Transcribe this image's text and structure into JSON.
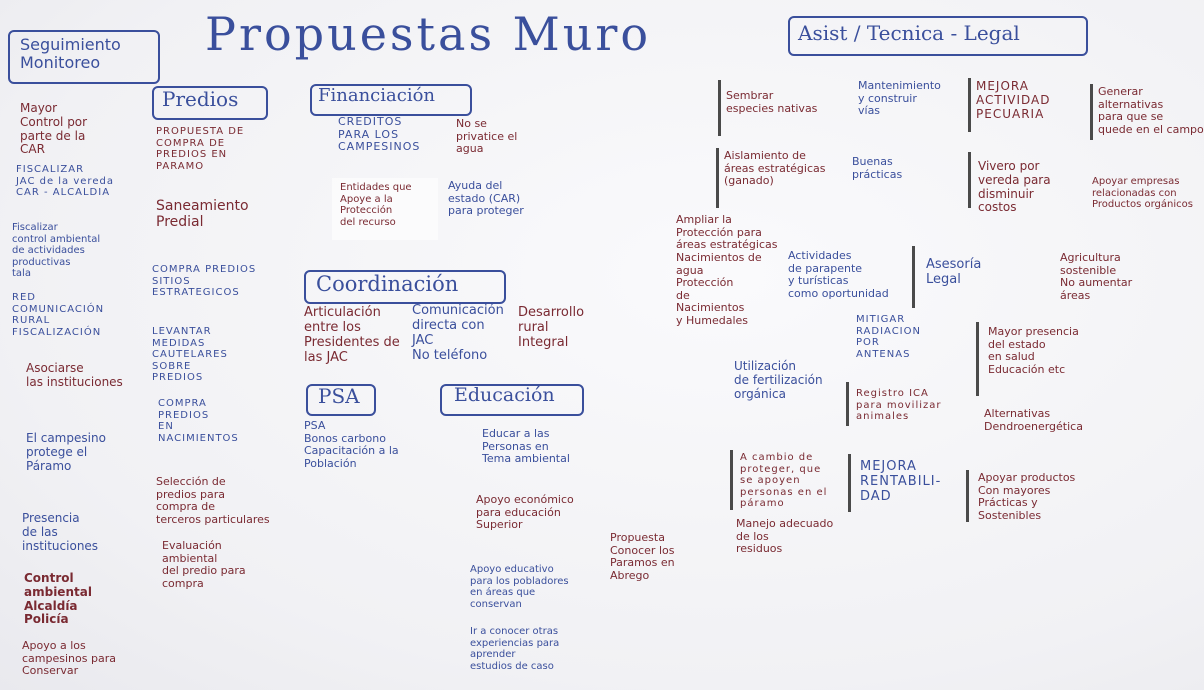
{
  "title": "Propuestas Muro",
  "headers": {
    "seguimiento": "Seguimiento\nMonitoreo",
    "predios": "Predios",
    "financiacion": "Financiación",
    "coordinacion": "Coordinación",
    "psa": "PSA",
    "educacion": "Educación",
    "asistencia": "Asist / Tecnica - Legal"
  },
  "seguimiento_items": [
    "Mayor\nControl por\nparte de la\nCAR",
    "FISCALIZAR\nJAC de la vereda\nCAR - ALCALDIA",
    "Fiscalizar\ncontrol ambiental\nde actividades\nproductivas\ntala",
    "RED\nCOMUNICACIÓN\nRURAL\nFISCALIZACIÓN",
    "Asociarse\nlas instituciones",
    "El campesino\nprotege el\nPáramo",
    "Presencia\nde las\ninstituciones",
    "Control\nambiental\nAlcaldía\nPolicía",
    "Apoyo a los\ncampesinos para\nConservar"
  ],
  "predios_items": [
    "PROPUESTA DE\nCOMPRA DE\nPREDIOS EN\nPARAMO",
    "Saneamiento\nPredial",
    "COMPRA PREDIOS\nSITIOS\nESTRATEGICOS",
    "LEVANTAR\nMEDIDAS\nCAUTELARES\nSOBRE\nPREDIOS",
    "COMPRA\nPREDIOS\nEN\nNACIMIENTOS",
    "Selección de\npredios para\ncompra de\nterceros particulares",
    "Evaluación\nambiental\ndel predio para\ncompra"
  ],
  "financiacion_items": [
    "CREDITOS\nPARA LOS\nCAMPESINOS",
    "No se\nprivatice el\nagua",
    "Entidades que\nApoye a la\nProtección\ndel recurso",
    "Ayuda del\nestado (CAR)\npara proteger"
  ],
  "coordinacion_items": [
    "Articulación\nentre los\nPresidentes de\nlas JAC",
    "Comunicación\ndirecta con\nJAC\nNo teléfono",
    "Desarrollo\nrural\nIntegral"
  ],
  "psa_items": [
    "PSA\nBonos carbono\nCapacitación a la\nPoblación"
  ],
  "educacion_items": [
    "Educar a las\nPersonas en\nTema ambiental",
    "Apoyo económico\npara educación\nSuperior",
    "Apoyo educativo\npara los pobladores\nen áreas que\nconservan",
    "Ir a conocer otras\nexperiencias para\naprender\nestudios de caso"
  ],
  "propuesta_center": "Propuesta\nConocer los\nParamos en\nAbrego",
  "asistencia_items": [
    "Sembrar\nespecies nativas",
    "Mantenimiento\ny construir\nvías",
    "MEJORA\nACTIVIDAD\nPECUARIA",
    "Generar\nalternativas\npara que se\nquede en el campo",
    "Aislamiento de\náreas estratégicas\n(ganado)",
    "Buenas\nprácticas",
    "Vivero por\nvereda para\ndisminuir\ncostos",
    "Apoyar empresas\nrelacionadas con\nProductos orgánicos",
    "Ampliar la\nProtección para\náreas estratégicas\nNacimientos de\nagua\nProtección\nde\nNacimientos\ny Humedales",
    "Actividades\nde parapente\ny turísticas\ncomo oportunidad",
    "Asesoría\nLegal",
    "Agricultura\nsostenible\nNo aumentar\náreas",
    "MITIGAR\nRADIACION\nPOR\nANTENAS",
    "Utilización\nde fertilización\norgánica",
    "Mayor presencia\ndel estado\nen salud\nEducación etc",
    "Registro ICA\npara movilizar\nanimales",
    "Alternativas\nDendroenergética",
    "A cambio de\nproteger, que\nse apoyen\npersonas en el\npáramo",
    "MEJORA\nRENTABILI-\nDAD",
    "Apoyar productos\nCon mayores\nPrácticas y\nSostenibles",
    "Manejo adecuado\nde los\nresiduos"
  ]
}
